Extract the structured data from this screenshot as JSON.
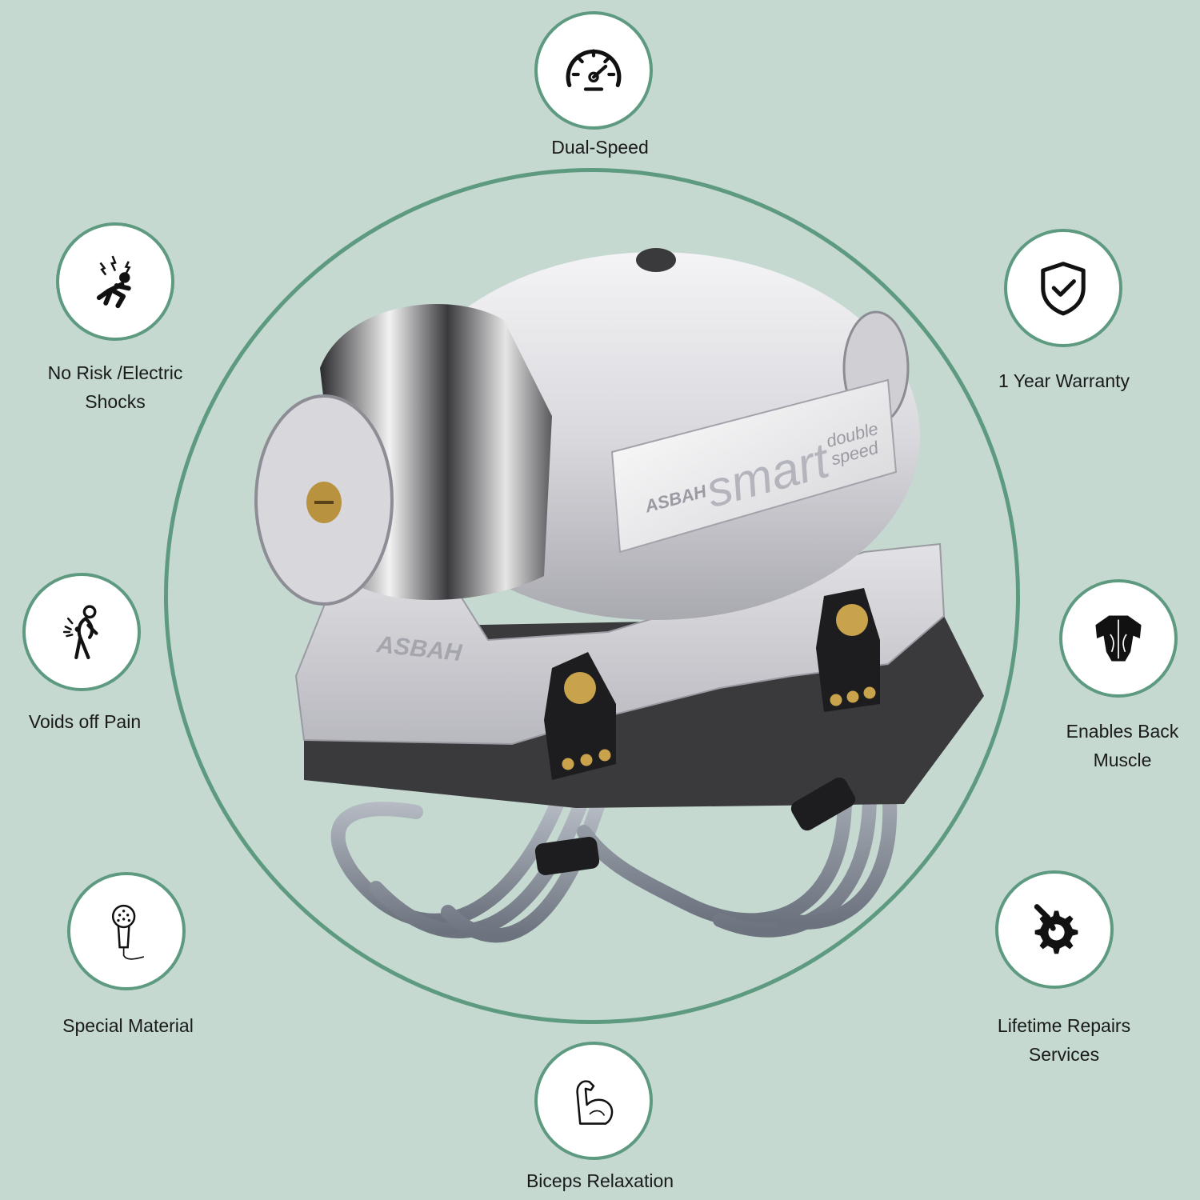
{
  "colors": {
    "background": "#c5d9d1",
    "accent": "#5e9a80",
    "badge_fill": "#ffffff"
  },
  "product": {
    "plate_brand": "ASBAH",
    "plate_model": "smart",
    "plate_line1": "double",
    "plate_line2": "speed",
    "base_brand": "ASBAH"
  },
  "features": [
    {
      "icon": "speedometer-icon",
      "lines": [
        "Dual-Speed"
      ]
    },
    {
      "icon": "electric-shock-icon",
      "lines": [
        "No Risk /Electric",
        "Shocks"
      ]
    },
    {
      "icon": "shield-check-icon",
      "lines": [
        "1 Year Warranty"
      ]
    },
    {
      "icon": "back-pain-icon",
      "lines": [
        "Voids off Pain"
      ]
    },
    {
      "icon": "back-muscle-icon",
      "lines": [
        "Enables Back",
        "Muscle"
      ]
    },
    {
      "icon": "massager-icon",
      "lines": [
        "Special Material"
      ]
    },
    {
      "icon": "repair-gear-icon",
      "lines": [
        "Lifetime Repairs",
        "Services"
      ]
    },
    {
      "icon": "biceps-icon",
      "lines": [
        "Biceps Relaxation"
      ]
    }
  ]
}
